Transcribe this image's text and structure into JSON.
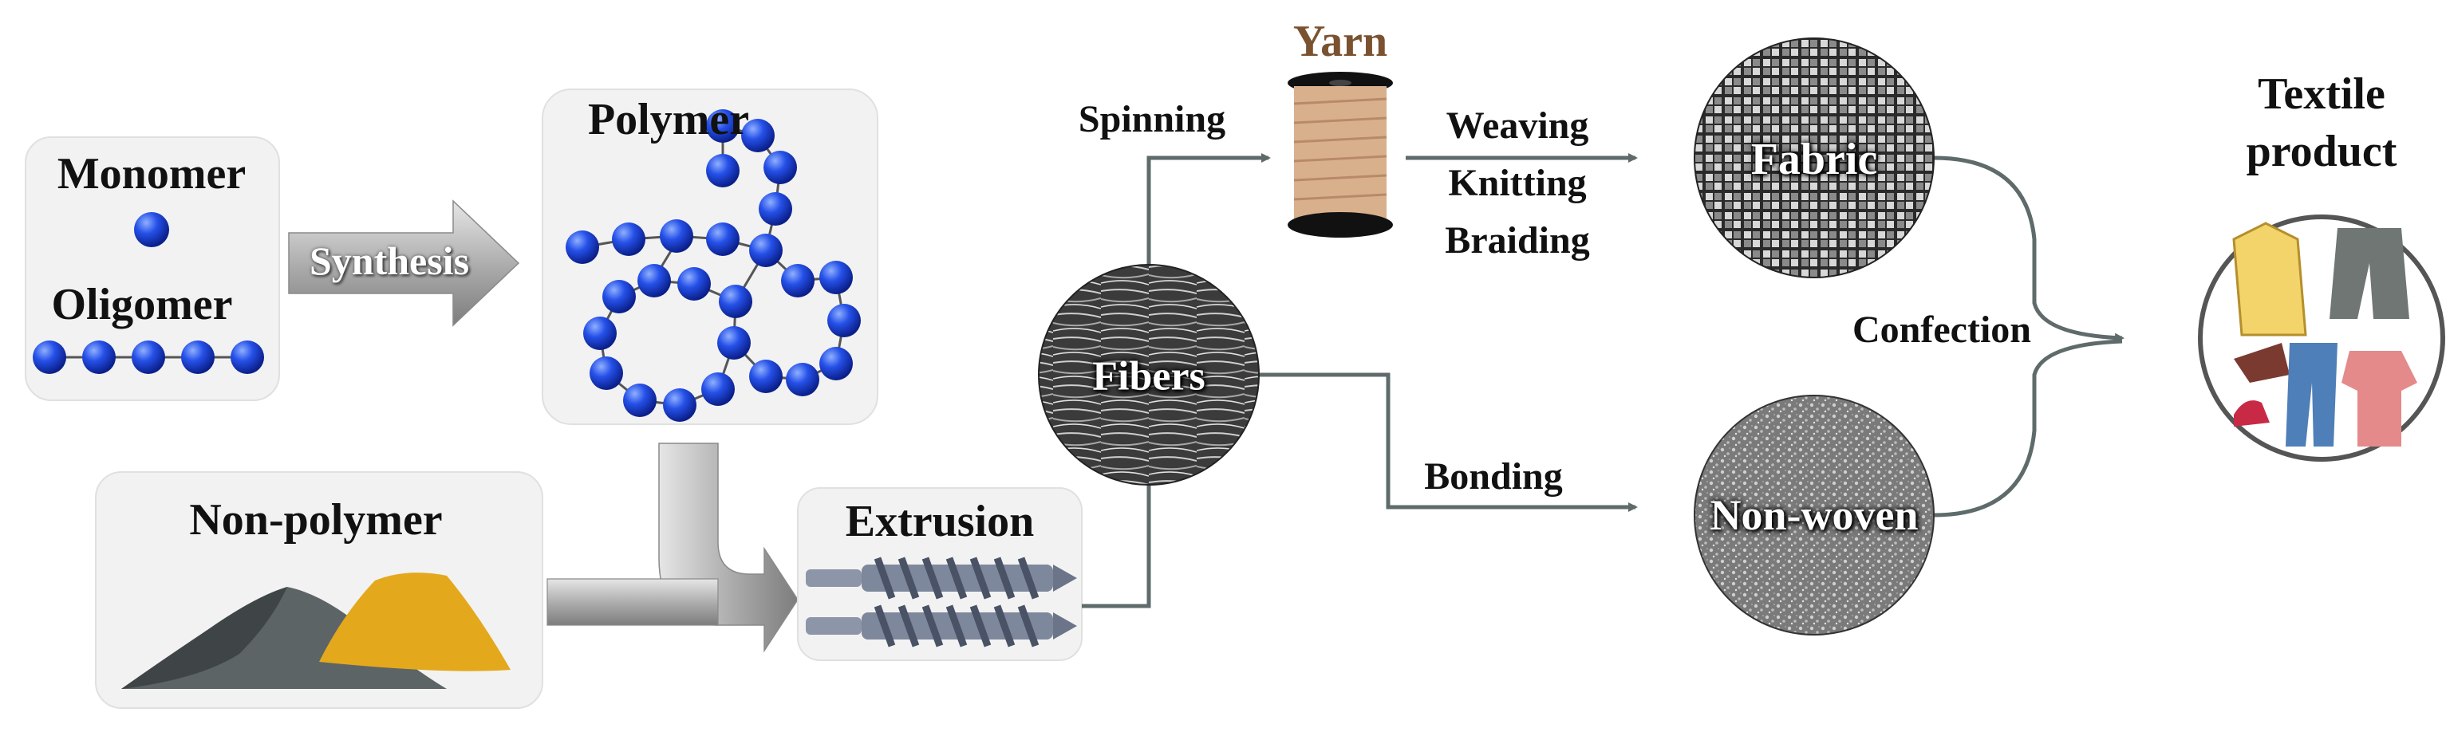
{
  "labels": {
    "monomer": "Monomer",
    "oligomer": "Oligomer",
    "synthesis": "Synthesis",
    "polymer": "Polymer",
    "non_polymer": "Non-polymer",
    "extrusion": "Extrusion",
    "fibers": "Fibers",
    "spinning": "Spinning",
    "yarn": "Yarn",
    "weaving": "Weaving",
    "knitting": "Knitting",
    "braiding": "Braiding",
    "fabric": "Fabric",
    "bonding": "Bonding",
    "non_woven": "Non-woven",
    "confection": "Confection",
    "textile_line1": "Textile",
    "textile_line2": "product"
  },
  "colors": {
    "bead": "#1a3fd6",
    "arrow_gray": "#9e9e9e",
    "connector": "#5f6b6b",
    "yarn_label": "#7a5230",
    "box_bg": "#f2f2f2"
  }
}
